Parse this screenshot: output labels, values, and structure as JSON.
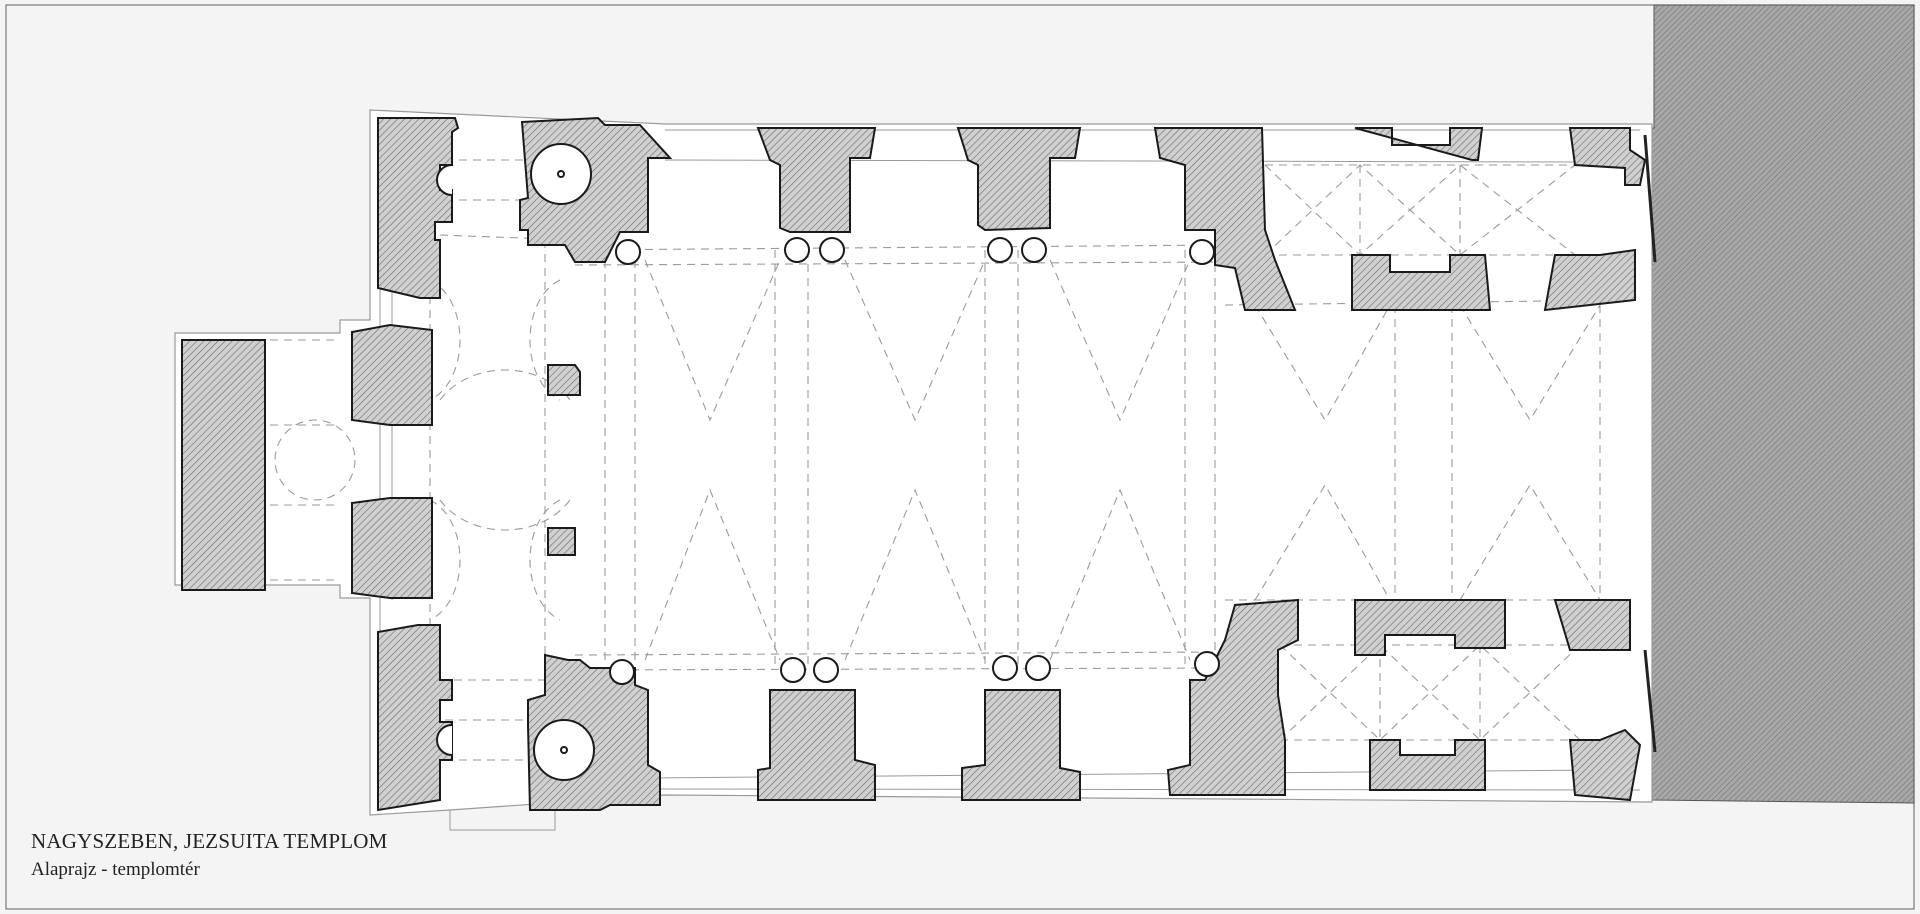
{
  "drawing": {
    "title": "NAGYSZEBEN, JEZSUITA TEMPLOM",
    "subtitle": "Alaprajz - templomtér"
  },
  "colors": {
    "background": "#f4f4f4",
    "floor": "#ffffff",
    "wall_fill": "#d2d2d2",
    "wall_stroke": "#1a1a1a",
    "adjacent_building": "#9c9c9c",
    "vault_lines": "#9a9a9a",
    "frame": "#7a7a7a"
  },
  "icons": {
    "hatch": "diagonal-hatch-pattern",
    "column": "circle"
  }
}
